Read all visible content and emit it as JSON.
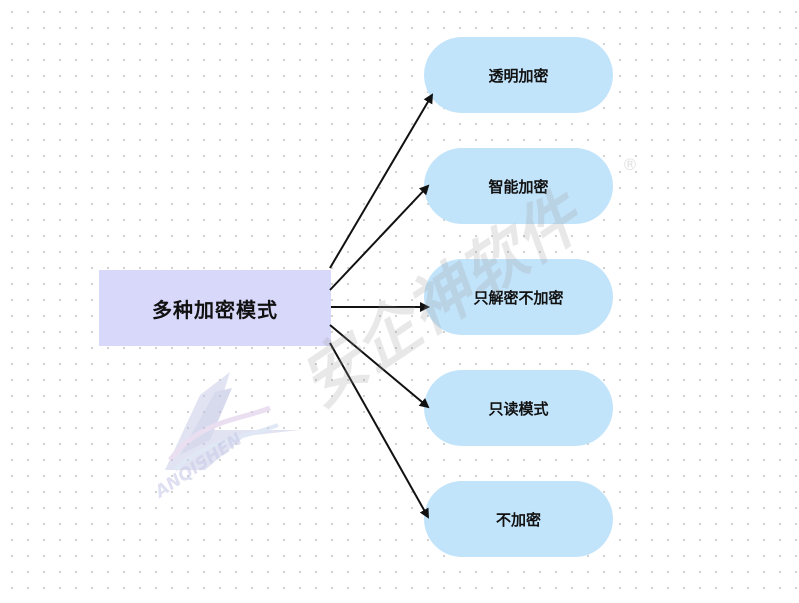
{
  "diagram": {
    "root": {
      "label": "多种加密模式"
    },
    "nodes": [
      {
        "id": "transparent",
        "label": "透明加密"
      },
      {
        "id": "smart",
        "label": "智能加密"
      },
      {
        "id": "decrypt-only",
        "label": "只解密不加密"
      },
      {
        "id": "read-only",
        "label": "只读模式"
      },
      {
        "id": "no-encrypt",
        "label": "不加密"
      }
    ],
    "edges": [
      {
        "from": "root",
        "to": "transparent"
      },
      {
        "from": "root",
        "to": "smart"
      },
      {
        "from": "root",
        "to": "decrypt-only"
      },
      {
        "from": "root",
        "to": "read-only"
      },
      {
        "from": "root",
        "to": "no-encrypt"
      }
    ]
  },
  "watermark": {
    "brand_text": "安企神软件",
    "logo_text": "ANQISHEN",
    "registered_mark": "®"
  },
  "colors": {
    "root_fill": "#d8d8fb",
    "node_fill": "#c2e4fb",
    "edge": "#111111",
    "text": "#111111"
  }
}
